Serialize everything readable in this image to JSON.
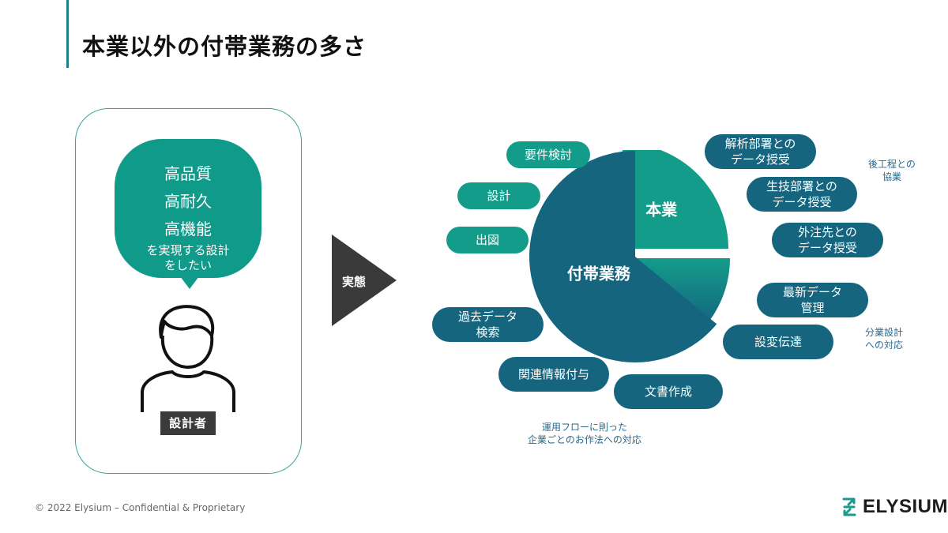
{
  "title": "本業以外の付帯業務の多さ",
  "designer": {
    "needs_big": [
      "高品質",
      "高耐久",
      "高機能"
    ],
    "needs_small": [
      "を実現する設計",
      "をしたい"
    ],
    "label": "設計者"
  },
  "arrow_label": "実態",
  "chart_data": {
    "type": "pie",
    "slices": [
      {
        "label": "本業",
        "value": 25,
        "color": "#139c8a"
      },
      {
        "label": "",
        "value": 11,
        "color": "#1f8ea0"
      },
      {
        "label": "付帯業務",
        "value": 64,
        "color": "#15657f"
      }
    ]
  },
  "tasks_green": [
    "要件検討",
    "設計",
    "出図"
  ],
  "tasks_blue": [
    "解析部署との\nデータ授受",
    "生技部署との\nデータ授受",
    "外注先との\nデータ授受",
    "最新データ\n管理",
    "設変伝達",
    "文書作成",
    "関連情報付与",
    "過去データ\n検索"
  ],
  "notes": [
    "後工程との\n協業",
    "分業設計\nへの対応",
    "運用フローに則った\n企業ごとのお作法への対応"
  ],
  "footer": "© 2022 Elysium – Confidential & Proprietary",
  "logo": "ELYSIUM",
  "colors": {
    "accent_green": "#139c8a",
    "accent_blue": "#15657f"
  }
}
